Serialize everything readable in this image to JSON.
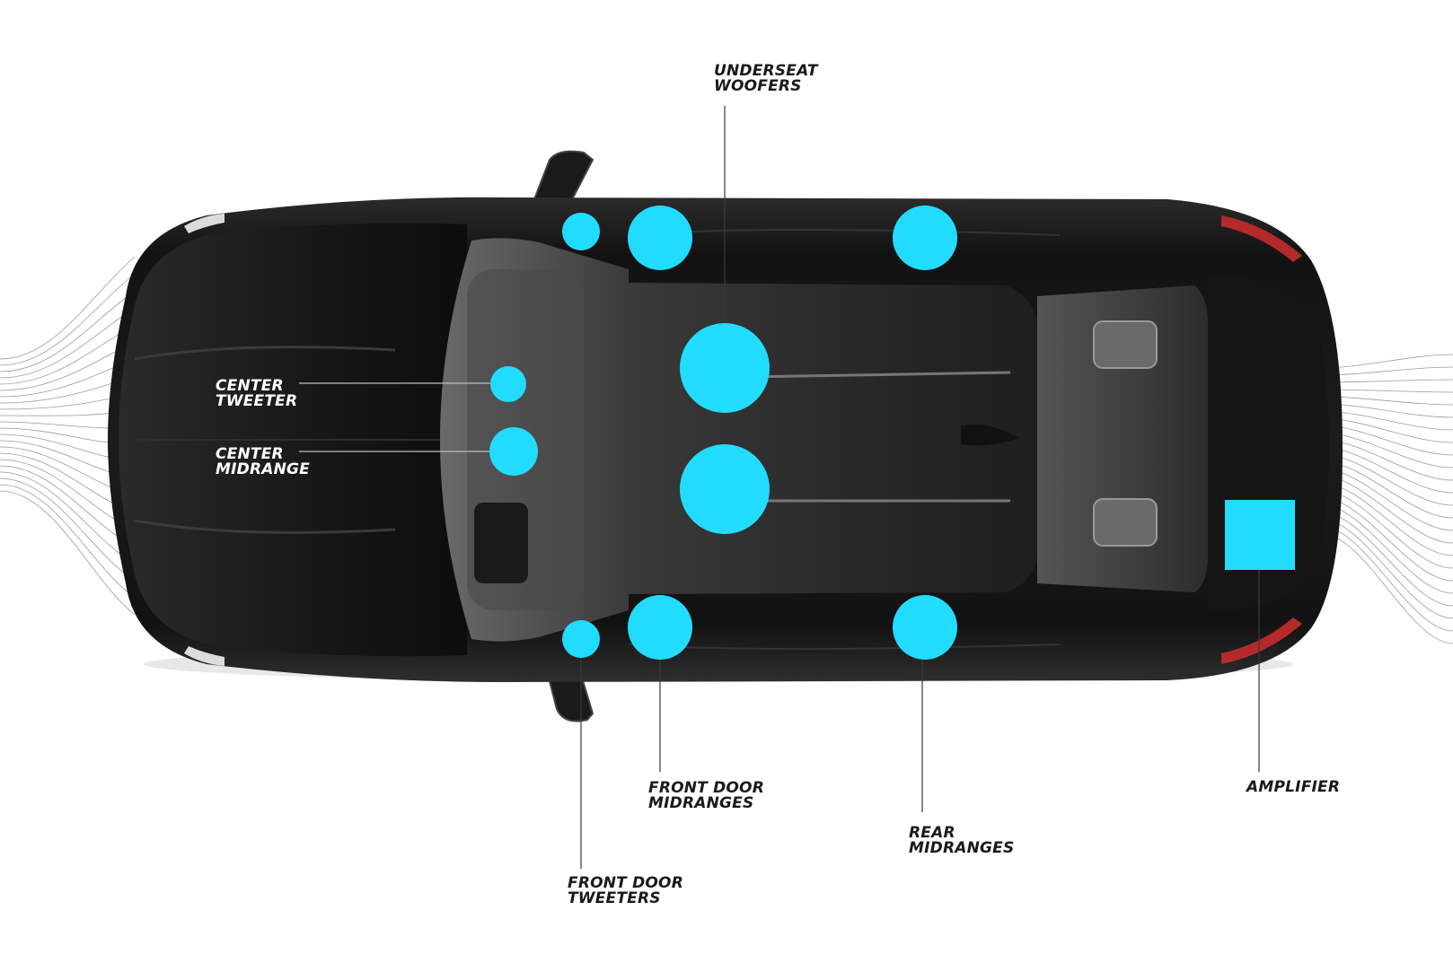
{
  "colors": {
    "speaker": "#22dcff",
    "car_body": "#121212",
    "leader_dark": "#3a3a3a",
    "leader_light": "#bdbdbd",
    "flow_lines": "#9a9a9a"
  },
  "labels": {
    "underseat_woofers": {
      "line1": "UNDERSEAT",
      "line2": "WOOFERS"
    },
    "center_tweeter": {
      "line1": "CENTER",
      "line2": "TWEETER"
    },
    "center_midrange": {
      "line1": "CENTER",
      "line2": "MIDRANGE"
    },
    "front_door_midranges": {
      "line1": "FRONT DOOR",
      "line2": "MIDRANGES"
    },
    "front_door_tweeters": {
      "line1": "FRONT DOOR",
      "line2": "TWEETERS"
    },
    "rear_midranges": {
      "line1": "REAR",
      "line2": "MIDRANGES"
    },
    "amplifier": {
      "line1": "AMPLIFIER"
    }
  }
}
